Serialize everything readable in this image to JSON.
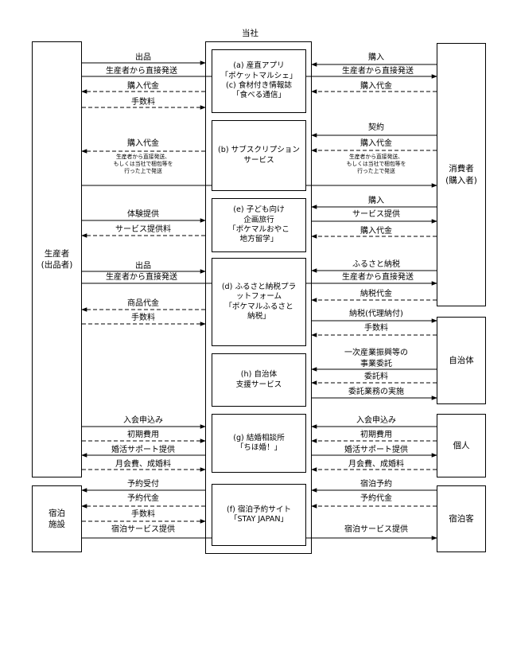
{
  "title": "当社",
  "actors": {
    "producer": [
      "生産者",
      "(出品者)"
    ],
    "consumer": [
      "消費者",
      "(購入者)"
    ],
    "municipality": [
      "自治体"
    ],
    "individual": [
      "個人"
    ],
    "lodging": [
      "宿泊",
      "施設"
    ],
    "guest": [
      "宿泊客"
    ]
  },
  "services": {
    "a_c": [
      "(a) 産直アプリ",
      "「ポケットマルシェ」",
      "(c) 食材付き情報誌",
      "「食べる通信」"
    ],
    "b": [
      "(b) サブスクリプション",
      "サービス"
    ],
    "e": [
      "(e) 子ども向け",
      "企画旅行",
      "「ポケマルおやこ",
      "地方留学」"
    ],
    "d": [
      "(d) ふるさと納税プラ",
      "ットフォーム",
      "「ポケマルふるさと",
      "納税」"
    ],
    "h": [
      "(h) 自治体",
      "支援サービス"
    ],
    "g": [
      "(g) 結婚相談所",
      "「ちほ婚！」"
    ],
    "f": [
      "(f) 宿泊予約サイト",
      "「STAY JAPAN」"
    ]
  },
  "labels": {
    "p1": "出品",
    "p2": "生産者から直接発送",
    "p3": "購入代金",
    "p4": "手数料",
    "c1": "購入",
    "c2": "生産者から直接発送",
    "c3": "購入代金",
    "pb1": "購入代金",
    "pb2": [
      "生産者から直接発送、",
      "もしくは当社で梱包等を",
      "行った上で発送"
    ],
    "cb1": "契約",
    "cb2": "購入代金",
    "cb3": [
      "生産者から直接発送、",
      "もしくは当社で梱包等を",
      "行った上で発送"
    ],
    "pe1": "体験提供",
    "pe2": "サービス提供料",
    "ce1": "購入",
    "ce2": "サービス提供",
    "ce3": "購入代金",
    "pd1": "出品",
    "pd2": "生産者から直接発送",
    "pd3": "商品代金",
    "pd4": "手数料",
    "cd1": "ふるさと納税",
    "cd2": "生産者から直接発送",
    "cd3": "納税代金",
    "md1": "納税(代理納付)",
    "md2": "手数料",
    "mh1": [
      "一次産業振興等の",
      "事業委託"
    ],
    "mh2": "委託料",
    "mh3": "委託業務の実施",
    "pg1": "入会申込み",
    "pg2": "初期費用",
    "pg3": "婚活サポート提供",
    "pg4": "月会費、成婚料",
    "ig1": "入会申込み",
    "ig2": "初期費用",
    "ig3": "婚活サポート提供",
    "ig4": "月会費、成婚料",
    "lf1": "予約受付",
    "lf2": "予約代金",
    "lf3": "手数料",
    "lf4": "宿泊サービス提供",
    "gf1": "宿泊予約",
    "gf2": "予約代金",
    "gf3": "宿泊サービス提供"
  }
}
